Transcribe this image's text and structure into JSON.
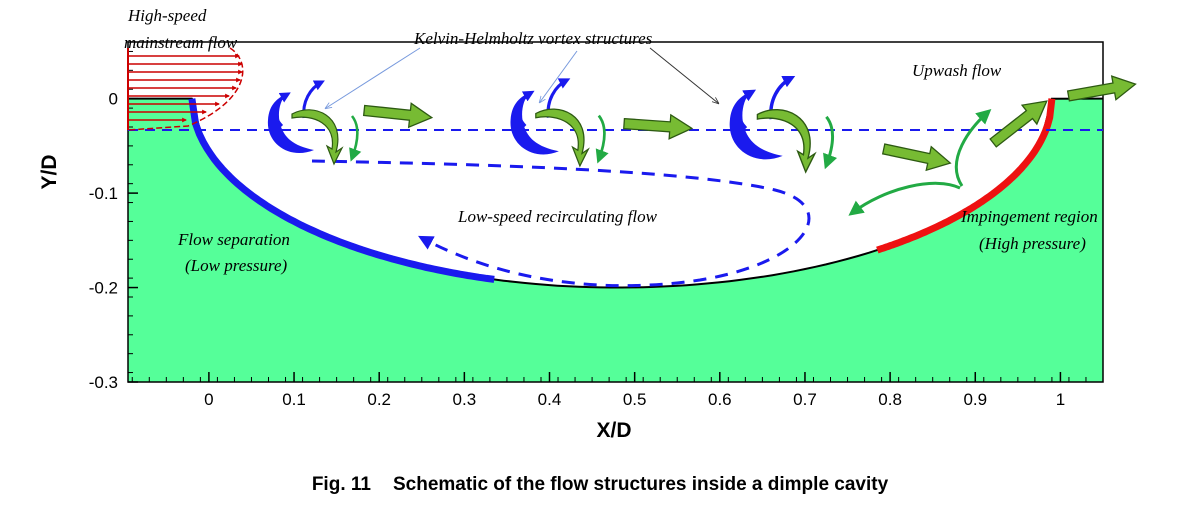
{
  "figure": {
    "caption_number": "Fig. 11",
    "caption_text": "Schematic of the flow structures inside a dimple cavity"
  },
  "axes": {
    "xlabel": "X/D",
    "ylabel": "Y/D",
    "xlim": [
      -0.095,
      1.05
    ],
    "ylim": [
      -0.3,
      0.06
    ],
    "xticks": [
      {
        "value": 0,
        "label": "0"
      },
      {
        "value": 0.1,
        "label": "0.1"
      },
      {
        "value": 0.2,
        "label": "0.2"
      },
      {
        "value": 0.3,
        "label": "0.3"
      },
      {
        "value": 0.4,
        "label": "0.4"
      },
      {
        "value": 0.5,
        "label": "0.5"
      },
      {
        "value": 0.6,
        "label": "0.6"
      },
      {
        "value": 0.7,
        "label": "0.7"
      },
      {
        "value": 0.8,
        "label": "0.8"
      },
      {
        "value": 0.9,
        "label": "0.9"
      },
      {
        "value": 1,
        "label": "1"
      }
    ],
    "yticks": [
      {
        "value": 0,
        "label": "0"
      },
      {
        "value": -0.1,
        "label": "-0.1"
      },
      {
        "value": -0.2,
        "label": "-0.2"
      },
      {
        "value": -0.3,
        "label": "-0.3"
      }
    ]
  },
  "cavity": {
    "x_start": -0.02,
    "x_end": 0.99,
    "depth": -0.2,
    "bottom_x": 0.48,
    "fill_color": "#55ff99",
    "separation_range": [
      -0.02,
      0.335
    ],
    "impingement_range": [
      0.785,
      0.99
    ],
    "separation_color": "#1a1aee",
    "impingement_color": "#ee1111"
  },
  "annotations": {
    "mainstream_line1": "High-speed",
    "mainstream_line2": "mainstream flow",
    "kh": "Kelvin-Helmholtz vortex structures",
    "upwash": "Upwash flow",
    "recirc": "Low-speed recirculating flow",
    "sep_line1": "Flow separation",
    "sep_line2": "(Low pressure)",
    "imp_line1": "Impingement region",
    "imp_line2": "(High pressure)"
  },
  "colors": {
    "profile": "#cc0000",
    "vortex": "#1a1aee",
    "green_arrow": "#77bb33",
    "small_green": "#22aa44",
    "dashed": "#1a1aee",
    "leader_blue": "#7799dd"
  }
}
